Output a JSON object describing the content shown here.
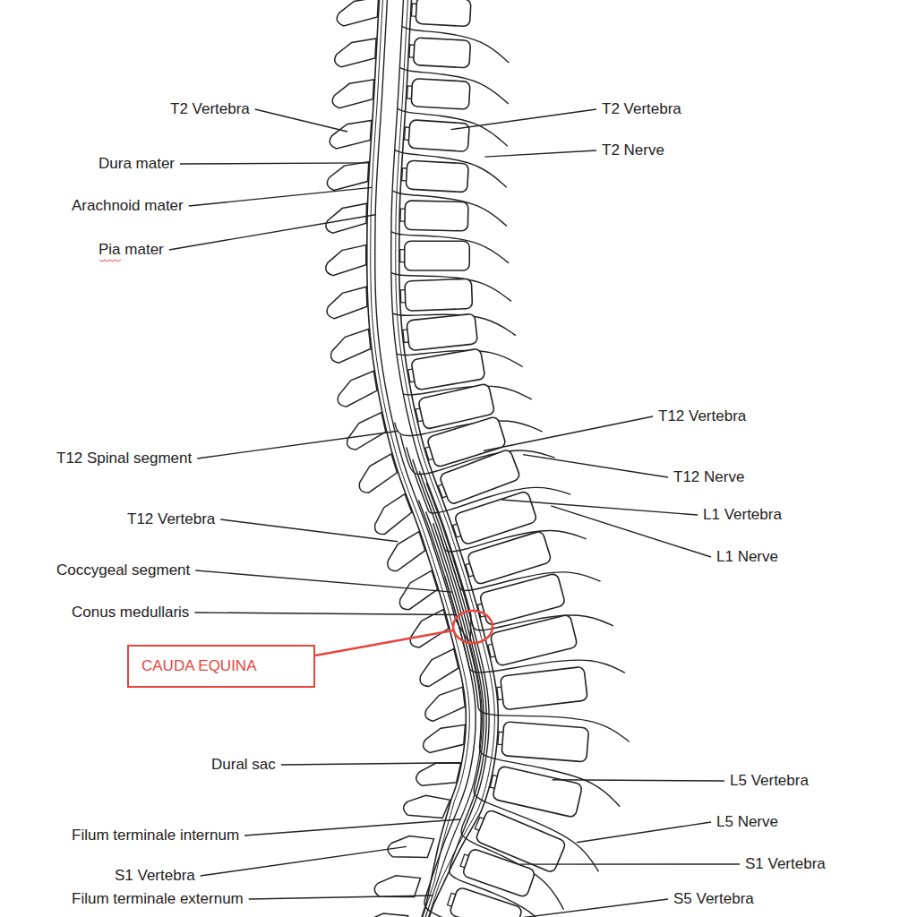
{
  "diagram": {
    "nodes": [
      {
        "text": [
          "CAUDA EQUINA"
        ]
      }
    ],
    "labels": [
      "T2 Vertebra",
      "T2 Vertebra",
      "T2 Nerve",
      "Dura mater",
      "Arachnoid mater",
      "Pia mater",
      "T12 Spinal segment",
      "T12 Vertebra",
      "T12 Nerve",
      "L1 Vertebra",
      "T12 Vertebra",
      "L1 Nerve",
      "Coccygeal segment",
      "Conus medullaris",
      "Dural sac",
      "L5 Vertebra",
      "L5 Nerve",
      "Filum terminale internum",
      "S1 Vertebra",
      "S1 Vertebra",
      "Filum terminale externum",
      "S5 Vertebra"
    ]
  }
}
